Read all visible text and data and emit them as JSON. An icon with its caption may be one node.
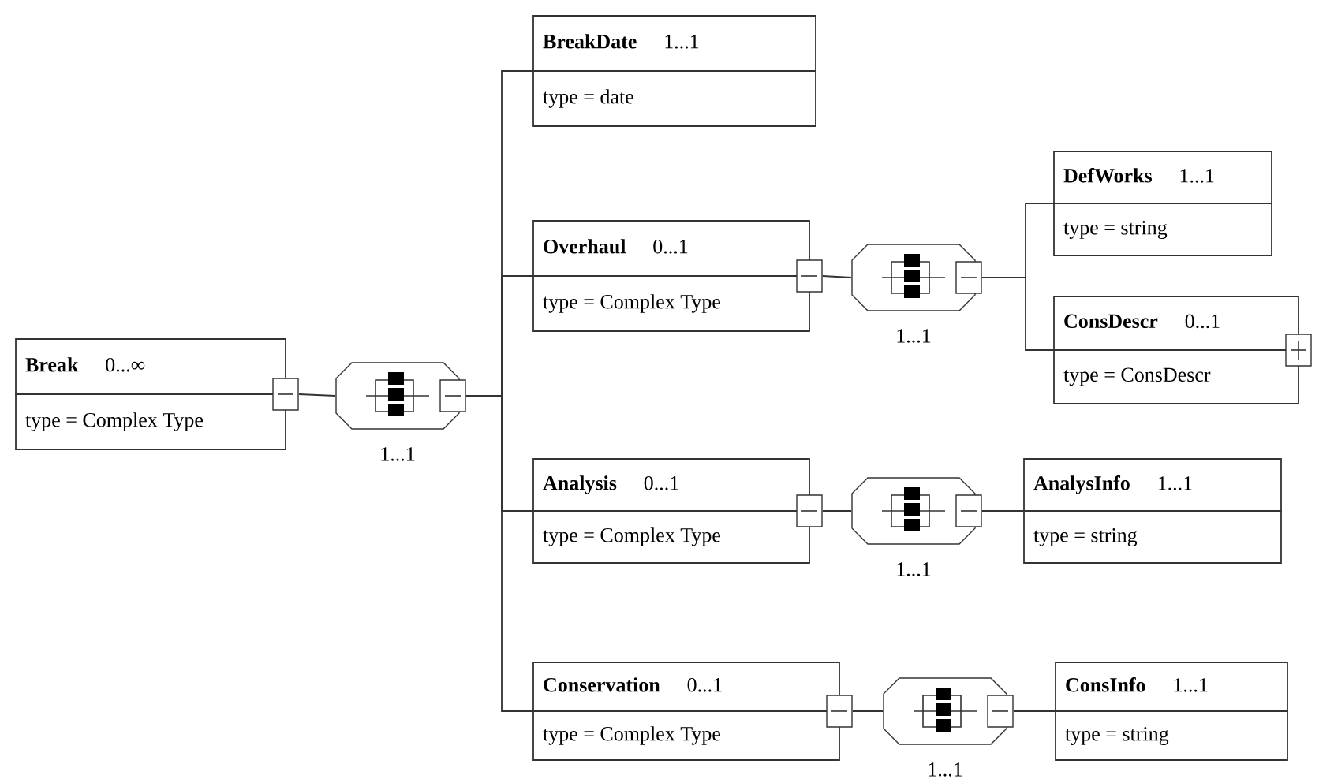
{
  "diagram": {
    "nodes": [
      {
        "text": [
          "Break",
          "0...∞",
          "type = Complex Type"
        ]
      },
      {
        "text": [],
        "shape": "octagon",
        "beside": [
          "1...1"
        ]
      },
      {
        "text": [
          "BreakDate",
          "1...1",
          "type = date"
        ]
      },
      {
        "text": [
          "Overhaul",
          "0...1",
          "type = Complex Type"
        ]
      },
      {
        "text": [],
        "shape": "octagon",
        "beside": [
          "1...1"
        ]
      },
      {
        "text": [
          "DefWorks",
          "1...1",
          "type = string"
        ]
      },
      {
        "text": [
          "ConsDescr",
          "0...1",
          "type = ConsDescr"
        ]
      },
      {
        "text": [
          "Analysis",
          "0...1",
          "type = Complex Type"
        ]
      },
      {
        "text": [],
        "shape": "octagon",
        "beside": [
          "1...1"
        ]
      },
      {
        "text": [
          "AnalysInfo",
          "1...1",
          "type = string"
        ]
      },
      {
        "text": [
          "Conservation",
          "0...1",
          "type = Complex Type"
        ]
      },
      {
        "text": [],
        "shape": "octagon",
        "beside": [
          "1...1"
        ]
      },
      {
        "text": [
          "ConsInfo",
          "1...1",
          "type = string"
        ]
      }
    ],
    "edges": [
      {
        "from": 0,
        "to": 1,
        "arrow": "none"
      },
      {
        "from": 1,
        "to": 2,
        "arrow": "none"
      },
      {
        "from": 1,
        "to": 3,
        "arrow": "none"
      },
      {
        "from": 1,
        "to": 7,
        "arrow": "none"
      },
      {
        "from": 1,
        "to": 10,
        "arrow": "none"
      },
      {
        "from": 3,
        "to": 4,
        "arrow": "none"
      },
      {
        "from": 4,
        "to": 5,
        "arrow": "none"
      },
      {
        "from": 4,
        "to": 6,
        "arrow": "none"
      },
      {
        "from": 7,
        "to": 8,
        "arrow": "none"
      },
      {
        "from": 8,
        "to": 9,
        "arrow": "none"
      },
      {
        "from": 10,
        "to": 11,
        "arrow": "none"
      },
      {
        "from": 11,
        "to": 12,
        "arrow": "none"
      }
    ]
  }
}
